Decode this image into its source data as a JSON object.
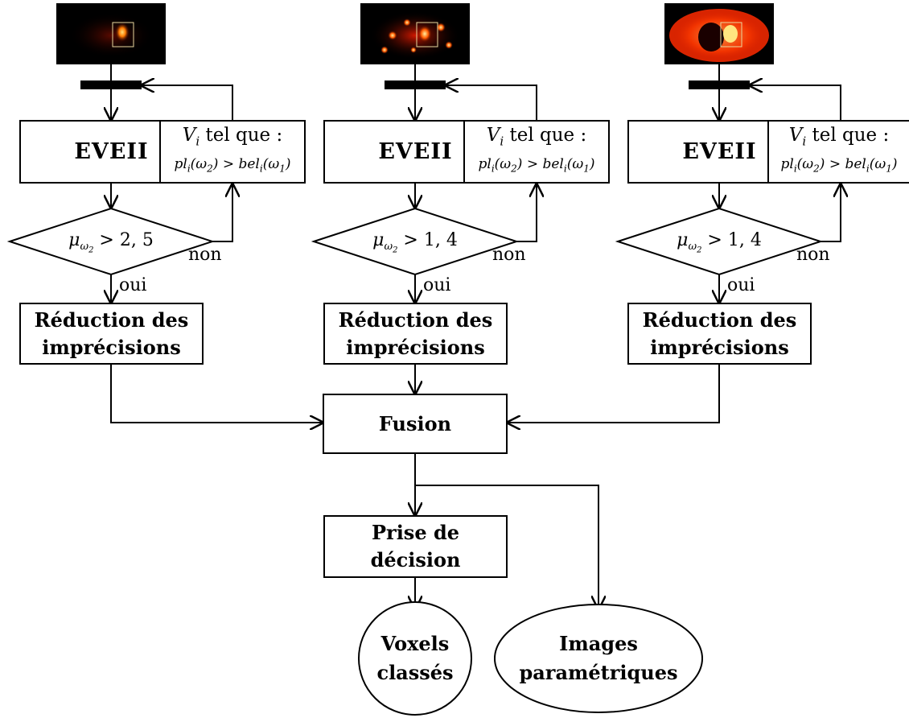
{
  "columns": [
    {
      "eveii": "EVEII",
      "vi_line1_var": "V",
      "vi_line1_sub": "i",
      "vi_line1_text": " tel que :",
      "vi_line2": "pl_i(ω2) > bel_i(ω1)",
      "condition": "μ_ω2 > 2, 5",
      "cond_value": "2, 5",
      "non": "non",
      "oui": "oui",
      "reduction_line1": "Réduction des",
      "reduction_line2": "imprécisions"
    },
    {
      "eveii": "EVEII",
      "vi_line1_var": "V",
      "vi_line1_sub": "i",
      "vi_line1_text": " tel que :",
      "vi_line2": "pl_i(ω2) > bel_i(ω1)",
      "condition": "μ_ω2 > 1, 4",
      "cond_value": "1, 4",
      "non": "non",
      "oui": "oui",
      "reduction_line1": "Réduction des",
      "reduction_line2": "imprécisions"
    },
    {
      "eveii": "EVEII",
      "vi_line1_var": "V",
      "vi_line1_sub": "i",
      "vi_line1_text": " tel que :",
      "vi_line2": "pl_i(ω2) > bel_i(ω1)",
      "condition": "μ_ω2 > 1, 4",
      "cond_value": "1, 4",
      "non": "non",
      "oui": "oui",
      "reduction_line1": "Réduction des",
      "reduction_line2": "imprécisions"
    }
  ],
  "fusion": "Fusion",
  "decision_line1": "Prise de",
  "decision_line2": "décision",
  "voxels_line1": "Voxels",
  "voxels_line2": "classés",
  "images_line1": "Images",
  "images_line2": "paramétriques",
  "colors": {
    "line": "#000000",
    "image_bg": "#000000",
    "hot": "#ff3b00",
    "box_outline": "#e8d8a0"
  }
}
